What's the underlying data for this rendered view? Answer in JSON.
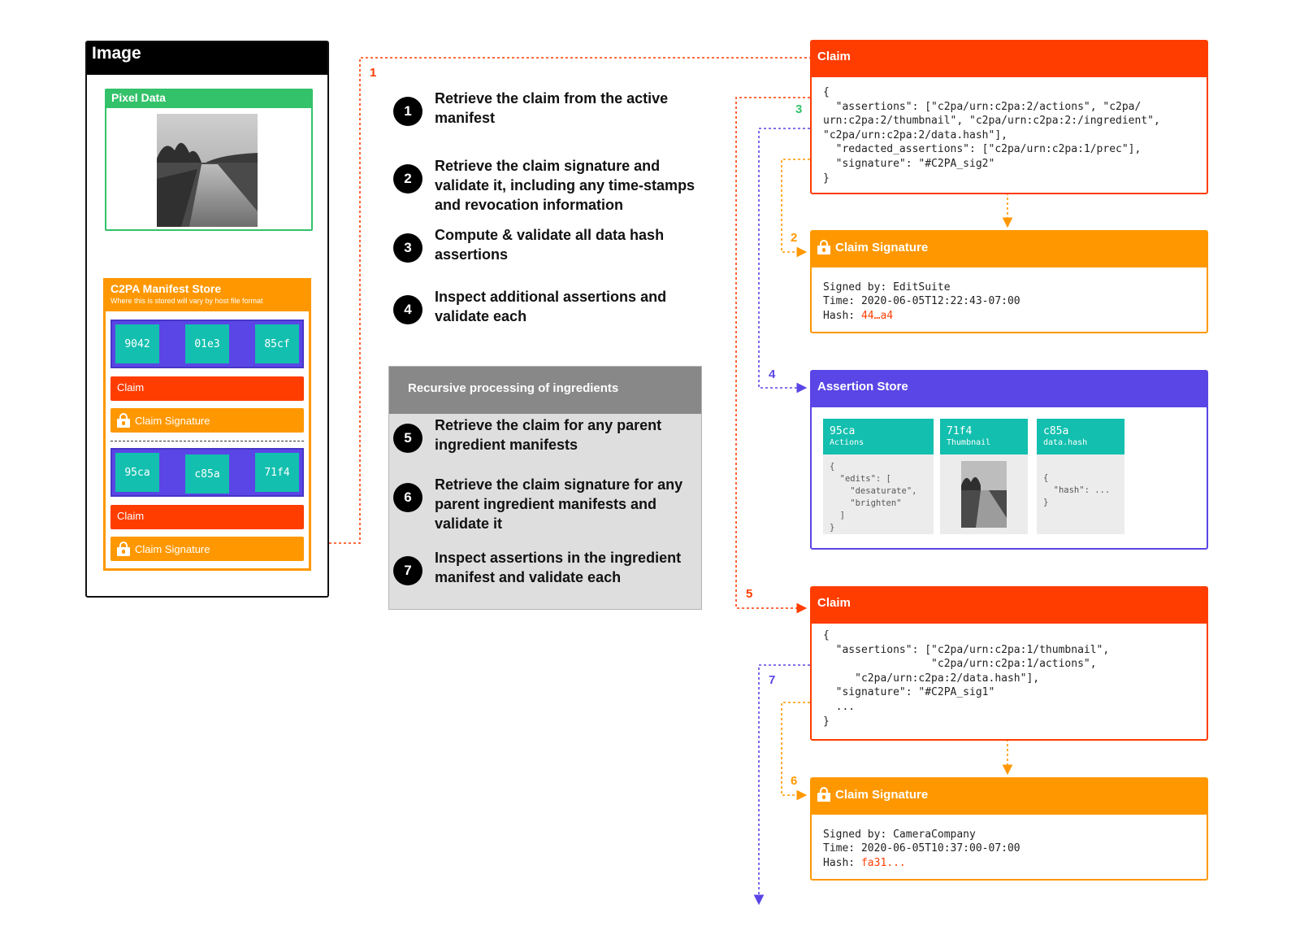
{
  "colors": {
    "red": "#ff3d00",
    "orange": "#ff9800",
    "purple": "#5a45e6",
    "green": "#33c26a",
    "teal": "#13bfae",
    "gray": "#888888"
  },
  "image_panel": {
    "title": "Image",
    "pixel_data_label": "Pixel Data",
    "manifest_store": {
      "title": "C2PA Manifest Store",
      "subtitle": "Where this is stored will vary by host file format",
      "top_chips": [
        "9042",
        "01e3",
        "85cf"
      ],
      "bottom_chips": [
        "95ca",
        "c85a",
        "71f4"
      ],
      "claim_label": "Claim",
      "claim_signature_label": "Claim Signature"
    }
  },
  "steps": [
    {
      "n": "1",
      "text": "Retrieve the claim from the active manifest"
    },
    {
      "n": "2",
      "text": "Retrieve the claim signature and validate it, including any time-stamps and revocation information"
    },
    {
      "n": "3",
      "text": "Compute & validate all data hash assertions"
    },
    {
      "n": "4",
      "text": "Inspect additional assertions and validate each"
    },
    {
      "n": "5",
      "text": "Retrieve the claim for any parent ingredient manifests"
    },
    {
      "n": "6",
      "text": "Retrieve the claim signature for any parent ingredient manifests and validate it"
    },
    {
      "n": "7",
      "text": "Inspect assertions in the ingredient manifest and validate each"
    }
  ],
  "recursive_title": "Recursive processing of ingredients",
  "claim1": {
    "title": "Claim",
    "code": "{\n  \"assertions\": [\"c2pa/urn:c2pa:2/actions\", \"c2pa/\nurn:c2pa:2/thumbnail\", \"c2pa/urn:c2pa:2:/ingredient\",\n\"c2pa/urn:c2pa:2/data.hash\"],\n  \"redacted_assertions\": [\"c2pa/urn:c2pa:1/prec\"],\n  \"signature\": \"#C2PA_sig2\"\n}"
  },
  "sig1": {
    "title": "Claim Signature",
    "signed_by": "Signed by: EditSuite",
    "time": "Time: 2020-06-05T12:22:43-07:00",
    "hash_label": "Hash: ",
    "hash_value": "44…a4"
  },
  "assertion_store": {
    "title": "Assertion Store",
    "items": [
      {
        "id": "95ca",
        "name": "Actions",
        "body": "{\n  \"edits\": [\n    \"desaturate\",\n    \"brighten\"\n  ]\n}"
      },
      {
        "id": "71f4",
        "name": "Thumbnail",
        "body": ""
      },
      {
        "id": "c85a",
        "name": "data.hash",
        "body": "{\n  \"hash\": ...\n}"
      }
    ]
  },
  "claim2": {
    "title": "Claim",
    "code": "{\n  \"assertions\": [\"c2pa/urn:c2pa:1/thumbnail\",\n                 \"c2pa/urn:c2pa:1/actions\",\n     \"c2pa/urn:c2pa:2/data.hash\"],\n  \"signature\": \"#C2PA_sig1\"\n  ...\n}"
  },
  "sig2": {
    "title": "Claim Signature",
    "signed_by": "Signed by: CameraCompany",
    "time": "Time: 2020-06-05T10:37:00-07:00",
    "hash_label": "Hash: ",
    "hash_value": "fa31..."
  },
  "flow_labels": [
    "1",
    "3",
    "2",
    "4",
    "5",
    "7",
    "6"
  ]
}
